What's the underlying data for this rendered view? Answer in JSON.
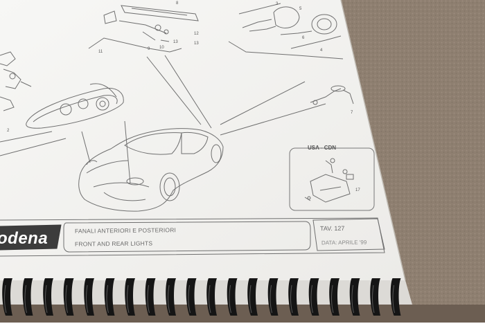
{
  "document": {
    "title_it": "FANALI ANTERIORI E POSTERIORI",
    "title_en": "FRONT AND REAR LIGHTS",
    "table_number": "TAV. 127",
    "date": "DATA: APRILE '99",
    "market_box_label": "USA - CDN",
    "logo_text": "odena"
  },
  "part_numbers": [
    "8",
    "11",
    "9",
    "10",
    "12",
    "13",
    "13",
    "3",
    "4",
    "5",
    "6",
    "2",
    "7",
    "17"
  ],
  "colors": {
    "background_carpet": "#8e7f70",
    "paper": "#f6f6f4",
    "line_art": "#6f6f6f",
    "binding": "#151515"
  }
}
